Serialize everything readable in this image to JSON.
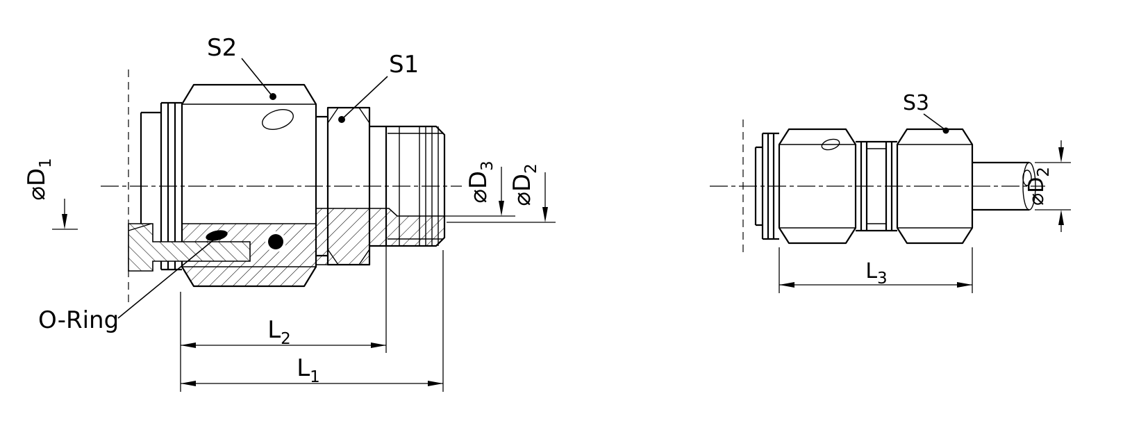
{
  "page": {
    "background": "#ffffff",
    "line_color": "#000000"
  },
  "left_view": {
    "s2_label": "S2",
    "s1_label": "S1",
    "o_ring_label": "O-Ring",
    "phi_d1": {
      "base": "⌀D",
      "sub": "1"
    },
    "phi_d3": {
      "base": "⌀D",
      "sub": "3"
    },
    "phi_d2": {
      "base": "⌀D",
      "sub": "2"
    },
    "l2": {
      "base": "L",
      "sub": "2"
    },
    "l1": {
      "base": "L",
      "sub": "1"
    }
  },
  "right_view": {
    "s3_label": "S3",
    "phi_d2": {
      "base": "⌀D",
      "sub": "2"
    },
    "l3": {
      "base": "L",
      "sub": "3"
    }
  }
}
